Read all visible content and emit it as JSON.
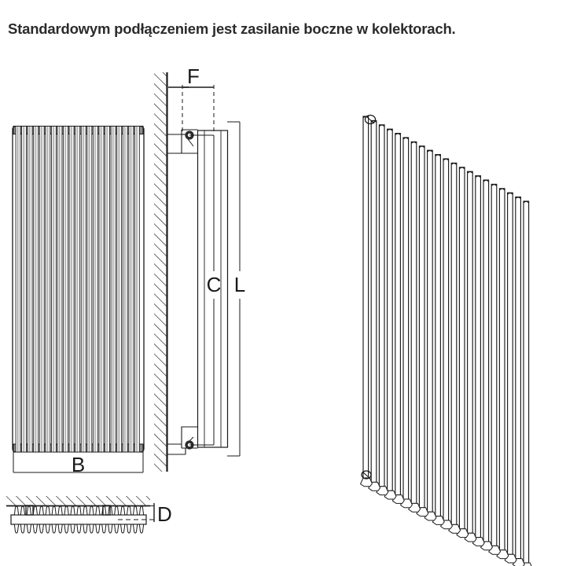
{
  "caption": {
    "text": "Standardowym podłączeniem jest zasilanie boczne w kolektorach."
  },
  "colors": {
    "background": "#ffffff",
    "caption_text": "#2b2b2b",
    "line": "#1a1a1a",
    "tube_shade": "#888888",
    "tube_shade_light": "#bdbdbd",
    "hatch": "#1a1a1a",
    "valve": "#1a1a1a"
  },
  "views": {
    "front_view": {
      "name": "front-elevation",
      "tube_count": 21,
      "dimension_label": "B",
      "description": "Front elevation of vertical tubular radiator"
    },
    "side_view": {
      "name": "side-section",
      "wall_hatching": true,
      "dimension_labels": [
        "F",
        "C",
        "L"
      ],
      "connection_points": 2,
      "connection_position": "side-collectors",
      "description": "Side section with wall, top and bottom side connections"
    },
    "section_detail": {
      "name": "horizontal-section",
      "dimension_label": "D",
      "tube_profile_count": 21,
      "description": "Horizontal cross-section through tubes against wall"
    },
    "perspective_view": {
      "name": "isometric-view",
      "tube_count": 21,
      "description": "Isometric 3D view of the radiator"
    }
  },
  "dimensions": {
    "B": {
      "label": "B",
      "meaning": "width"
    },
    "C": {
      "label": "C",
      "meaning": "connection-center-distance"
    },
    "L": {
      "label": "L",
      "meaning": "overall-height"
    },
    "F": {
      "label": "F",
      "meaning": "wall-offset"
    },
    "D": {
      "label": "D",
      "meaning": "depth"
    }
  }
}
